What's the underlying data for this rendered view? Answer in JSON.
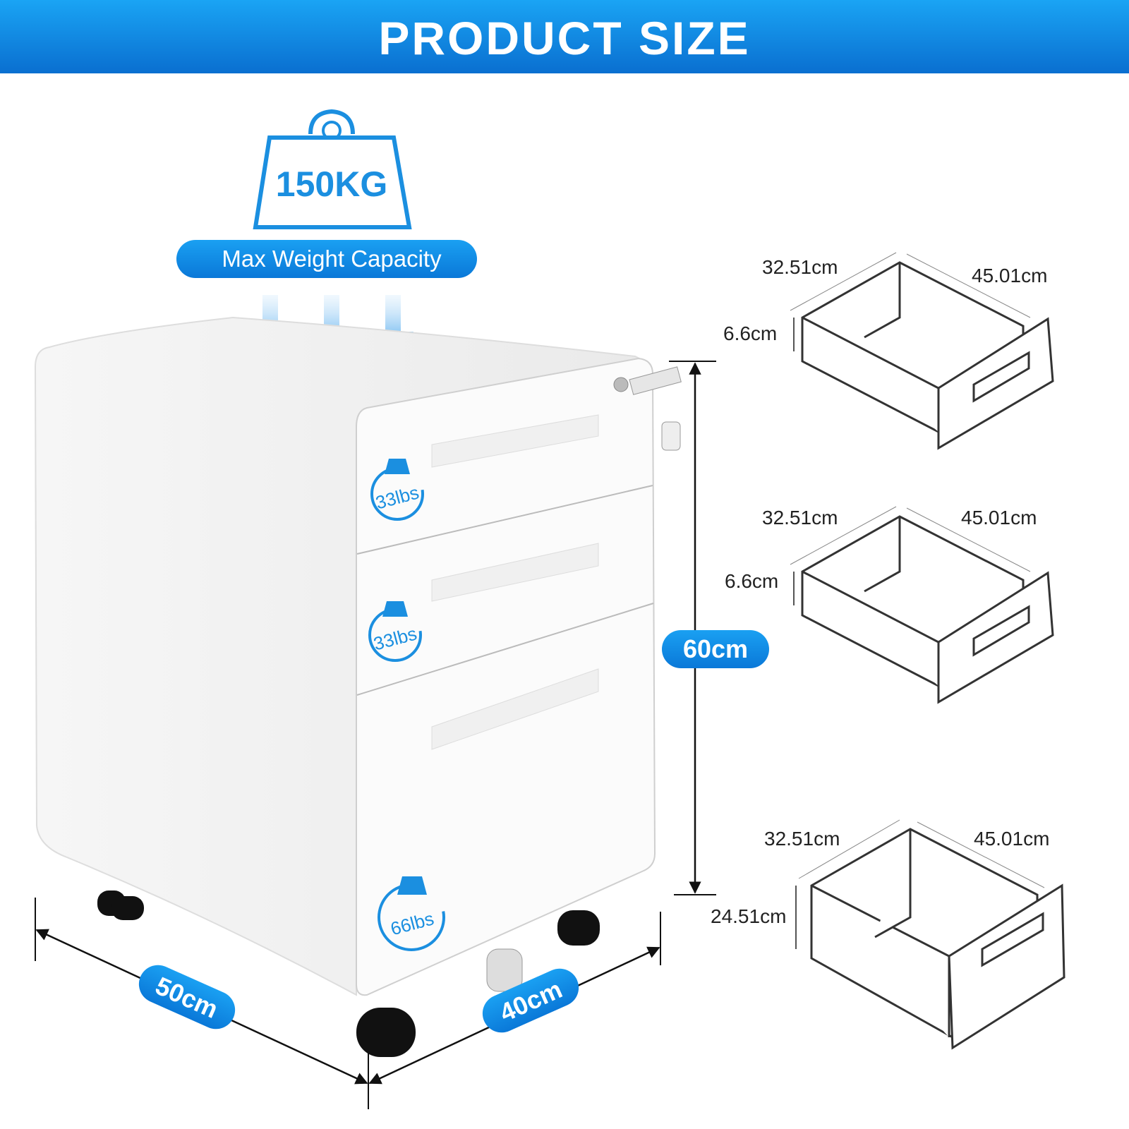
{
  "header": {
    "title": "PRODUCT SIZE"
  },
  "weight": {
    "value": "150KG",
    "caption": "Max Weight Capacity"
  },
  "drawer_badges": [
    "33lbs",
    "33lbs",
    "66lbs"
  ],
  "dimensions": {
    "height": "60cm",
    "width": "50cm",
    "depth": "40cm"
  },
  "drawers": [
    {
      "width": "32.51cm",
      "length": "45.01cm",
      "height": "6.6cm"
    },
    {
      "width": "32.51cm",
      "length": "45.01cm",
      "height": "6.6cm"
    },
    {
      "width": "32.51cm",
      "length": "45.01cm",
      "height": "24.51cm"
    }
  ],
  "colors": {
    "accent": "#0b8ee8",
    "header_dark": "#0a6fc9"
  }
}
